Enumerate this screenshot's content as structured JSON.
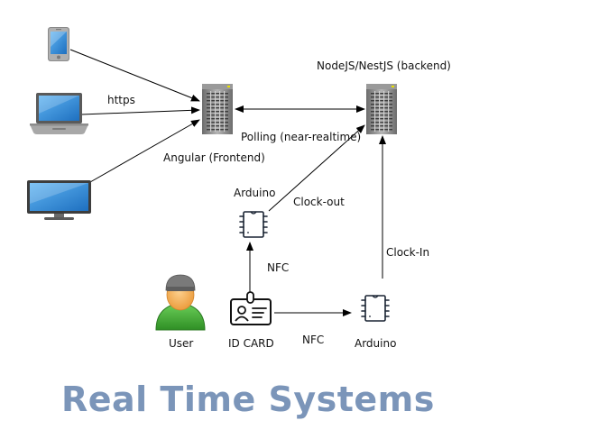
{
  "labels": {
    "https": "https",
    "backend": "NodeJS/NestJS (backend)",
    "polling": "Polling (near-realtime)",
    "frontend": "Angular (Frontend)",
    "arduino_top": "Arduino",
    "clock_out": "Clock-out",
    "clock_in": "Clock-In",
    "nfc_vertical": "NFC",
    "nfc_horizontal": "NFC",
    "user": "User",
    "id_card": "ID CARD",
    "arduino_bottom": "Arduino"
  },
  "title": "Real Time Systems",
  "colors": {
    "title": "#7b95b9",
    "arrow": "#000000",
    "server_body": "#8a8a8a",
    "user_body": "#4caf3c",
    "user_face": "#f5b25e"
  },
  "icons": {
    "phone": "smartphone-icon",
    "laptop": "laptop-icon",
    "monitor": "monitor-icon",
    "frontend_server": "server-icon",
    "backend_server": "server-icon",
    "chip_top": "microchip-icon",
    "chip_bottom": "microchip-icon",
    "user": "user-avatar-icon",
    "id_card": "id-card-icon"
  }
}
